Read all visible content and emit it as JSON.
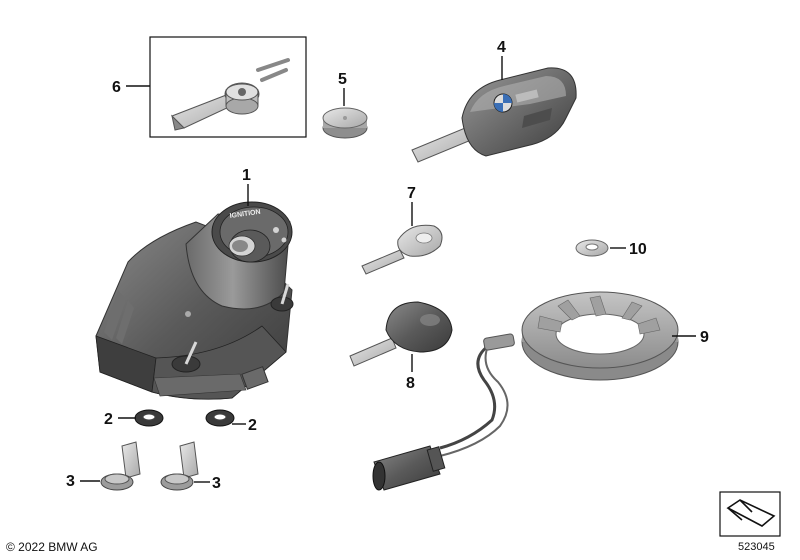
{
  "callouts": [
    {
      "id": "1",
      "label": "1"
    },
    {
      "id": "2a",
      "label": "2"
    },
    {
      "id": "2b",
      "label": "2"
    },
    {
      "id": "3a",
      "label": "3"
    },
    {
      "id": "3b",
      "label": "3"
    },
    {
      "id": "4",
      "label": "4"
    },
    {
      "id": "5",
      "label": "5"
    },
    {
      "id": "6",
      "label": "6"
    },
    {
      "id": "7",
      "label": "7"
    },
    {
      "id": "8",
      "label": "8"
    },
    {
      "id": "9",
      "label": "9"
    },
    {
      "id": "10",
      "label": "10"
    }
  ],
  "ignition_text": "IGNITION",
  "copyright": "© 2022 BMW AG",
  "reference_number": "523045",
  "colors": {
    "part_dark": "#4a4a4a",
    "part_mid": "#7d7d7d",
    "part_light": "#c9c9c9",
    "line": "#111111"
  }
}
